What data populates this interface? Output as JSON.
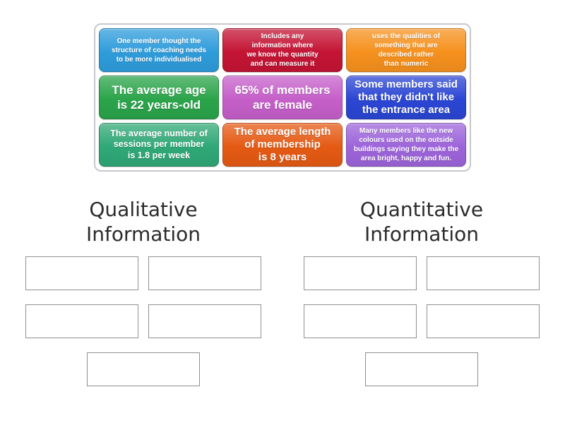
{
  "cards": [
    {
      "text": "One member thought the\nstructure of coaching needs\nto be more individualised",
      "color": "#2f9cdb"
    },
    {
      "text": "Includes any\ninformation where\nwe know the quantity\nand can measure it",
      "color": "#c41434"
    },
    {
      "text": "uses the qualities of\nsomething that are\ndescribed rather\nthan numeric",
      "color": "#f6911e"
    },
    {
      "text": "The average age\nis 22 years-old",
      "color": "#2ba44a"
    },
    {
      "text": "65% of members\nare female",
      "color": "#c55fc9"
    },
    {
      "text": "Some members said\nthat they didn't like\nthe entrance area",
      "color": "#2b46d4"
    },
    {
      "text": "The average number of\nsessions per member\nis 1.8 per week",
      "color": "#30a877"
    },
    {
      "text": "The average length\nof membership\nis 8 years",
      "color": "#e55a14"
    },
    {
      "text": "Many members like the new\ncolours used on the outside\nbuildings saying they make the\narea bright, happy and fun.",
      "color": "#9d64da"
    }
  ],
  "groups": [
    {
      "title": "Qualitative\nInformation",
      "slot_count": 5
    },
    {
      "title": "Quantitative\nInformation",
      "slot_count": 5
    }
  ]
}
